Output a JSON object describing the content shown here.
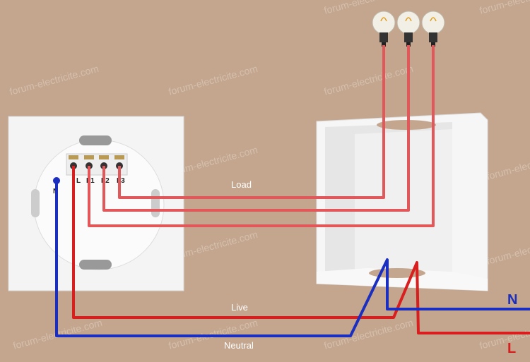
{
  "watermark": "forum-electricite.com",
  "labels": {
    "load": "Load",
    "live": "Live",
    "neutral": "Neutral",
    "n_line": "N",
    "l_line": "L"
  },
  "terminals": [
    "N",
    "L",
    "L1",
    "L2",
    "L3"
  ],
  "colors": {
    "live": "#d81e1e",
    "load": "#e2585a",
    "neutral": "#1a2ec0",
    "background": "#c4a68e",
    "device": "#f4f4f4"
  }
}
